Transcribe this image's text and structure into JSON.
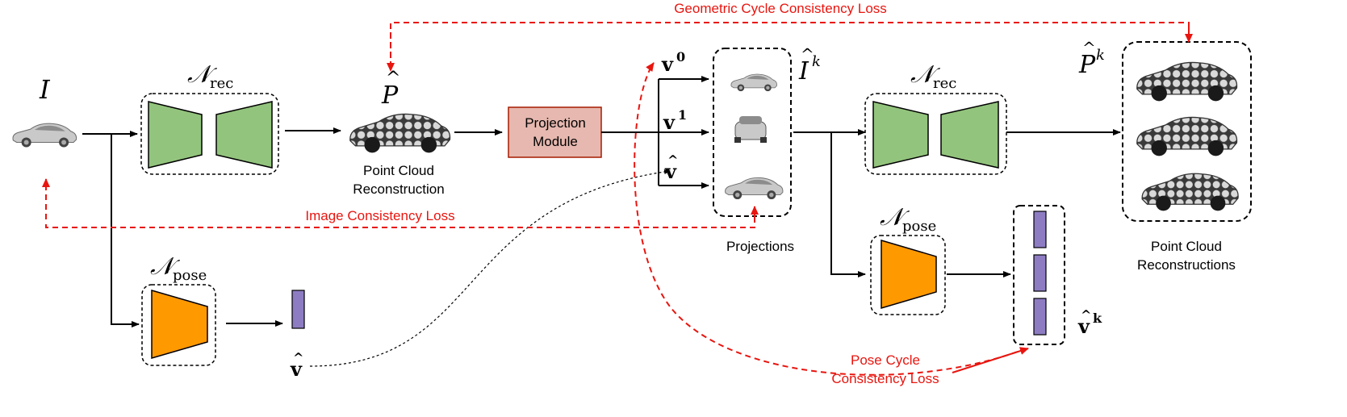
{
  "symbols": {
    "input_image": "I",
    "calligraphic_n": "𝒩",
    "rec_sub": "rec",
    "pose_sub": "pose",
    "p_hat": "P",
    "p_hat_k_base": "P",
    "k_sup": "k",
    "i_hat_k_base": "I",
    "v0_base": "v",
    "v0_sup": "0",
    "v1_base": "v",
    "v1_sup": "1",
    "v_hat": "v",
    "v_hat_bottom": "v",
    "v_hat_k_base": "v",
    "v_hat_k_sup": "k"
  },
  "labels": {
    "point_cloud_reconstruction_1": "Point Cloud",
    "point_cloud_reconstruction_2": "Reconstruction",
    "projection_module_1": "Projection",
    "projection_module_2": "Module",
    "projections": "Projections",
    "point_cloud_reconstructions_1": "Point Cloud",
    "point_cloud_reconstructions_2": "Reconstructions"
  },
  "losses": {
    "geometric_cycle": "Geometric Cycle Consistency Loss",
    "image_consistency": "Image Consistency Loss",
    "pose_cycle_1": "Pose Cycle",
    "pose_cycle_2": "Consistency Loss"
  },
  "colors": {
    "encoder_green": "#93c47d",
    "pose_orange": "#ff9900",
    "pose_vector_purple": "#8e7cc3",
    "projection_module_fill": "#e6b8af",
    "projection_module_border": "#a61c00",
    "loss_red": "#e8150f",
    "car_gray": "#b7b7b7"
  },
  "icons": {
    "input_car": "car-image-icon",
    "point_cloud_car": "point-cloud-car-icon",
    "projection_car": "projected-car-icon"
  }
}
